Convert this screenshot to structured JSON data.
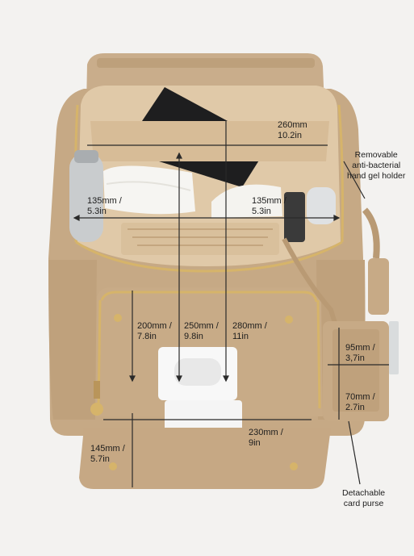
{
  "measurements": {
    "top_width": {
      "mm": "260mm",
      "in": "10.2in"
    },
    "left_pocket": {
      "mm": "135mm /",
      "in": "5.3in"
    },
    "right_pocket": {
      "mm": "135mm /",
      "in": "5.3in"
    },
    "front_left_height": {
      "mm": "200mm /",
      "in": "7.8in"
    },
    "front_mid_height": {
      "mm": "250mm /",
      "in": "9.8in"
    },
    "main_height": {
      "mm": "280mm /",
      "in": "11in"
    },
    "purse_height_top": {
      "mm": "95mm /",
      "in": "3,7in"
    },
    "purse_height_bottom": {
      "mm": "70mm /",
      "in": "2.7in"
    },
    "flap_width": {
      "mm": "230mm /",
      "in": "9in"
    },
    "flap_height": {
      "mm": "145mm /",
      "in": "5.7in"
    }
  },
  "callouts": {
    "gel_holder": [
      "Removable",
      "anti-bacterial",
      "hand gel holder"
    ],
    "card_purse": [
      "Detachable",
      "card purse"
    ]
  },
  "colors": {
    "leather": "#c9ad8b",
    "leather_dark": "#b49670",
    "lining": "#e0c9a8",
    "gold": "#d6b46a",
    "measure_line": "#2a2a2a",
    "background": "#f3f2f0"
  }
}
